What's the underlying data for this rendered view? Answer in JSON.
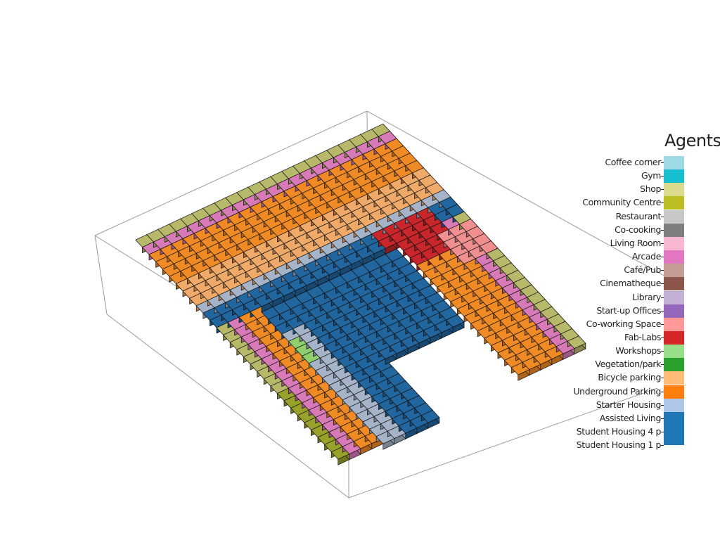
{
  "legend": {
    "title": "Agents",
    "items": [
      {
        "label": "Coffee corner",
        "color": "#9edae5"
      },
      {
        "label": "Gym",
        "color": "#17becf"
      },
      {
        "label": "Shop",
        "color": "#dbdb8d"
      },
      {
        "label": "Community Centre",
        "color": "#bcbd22"
      },
      {
        "label": "Restaurant",
        "color": "#c7c7c7"
      },
      {
        "label": "Co-cooking",
        "color": "#7f7f7f"
      },
      {
        "label": "Living Room",
        "color": "#f7b6d2"
      },
      {
        "label": "Arcade",
        "color": "#e377c2"
      },
      {
        "label": "Café/Pub",
        "color": "#c49c94"
      },
      {
        "label": "Cinematheque",
        "color": "#8c564b"
      },
      {
        "label": "Library",
        "color": "#c5b0d5"
      },
      {
        "label": "Start-up Offices",
        "color": "#9467bd"
      },
      {
        "label": "Co-working Space",
        "color": "#ff9896"
      },
      {
        "label": "Fab-Labs",
        "color": "#d62728"
      },
      {
        "label": "Workshops",
        "color": "#98df8a"
      },
      {
        "label": "Vegetation/park",
        "color": "#2ca02c"
      },
      {
        "label": "Bicycle parking",
        "color": "#ffbb78"
      },
      {
        "label": "Underground Parking",
        "color": "#ff7f0e"
      },
      {
        "label": "Starter Housing",
        "color": "#aec7e8"
      },
      {
        "label": "Assisted Living",
        "color": "#1f77b4"
      },
      {
        "label": "Student Housing 4 p",
        "color": ""
      },
      {
        "label": "Student Housing 1 p",
        "color": ""
      }
    ]
  },
  "scene": {
    "colors": {
      "student": "#2266a0",
      "student_side": "#1a4f7c",
      "assisted": "#a5b4c8",
      "starter": "#f08a24",
      "underground": "#efaa6a",
      "vegetation": "#8fcf6e",
      "fablab": "#c8262a",
      "cowork": "#ef8f8f",
      "shop": "#b8b86a",
      "arcade": "#d97ab8",
      "cinema": "#a47a6a",
      "community": "#9aa12a"
    }
  }
}
